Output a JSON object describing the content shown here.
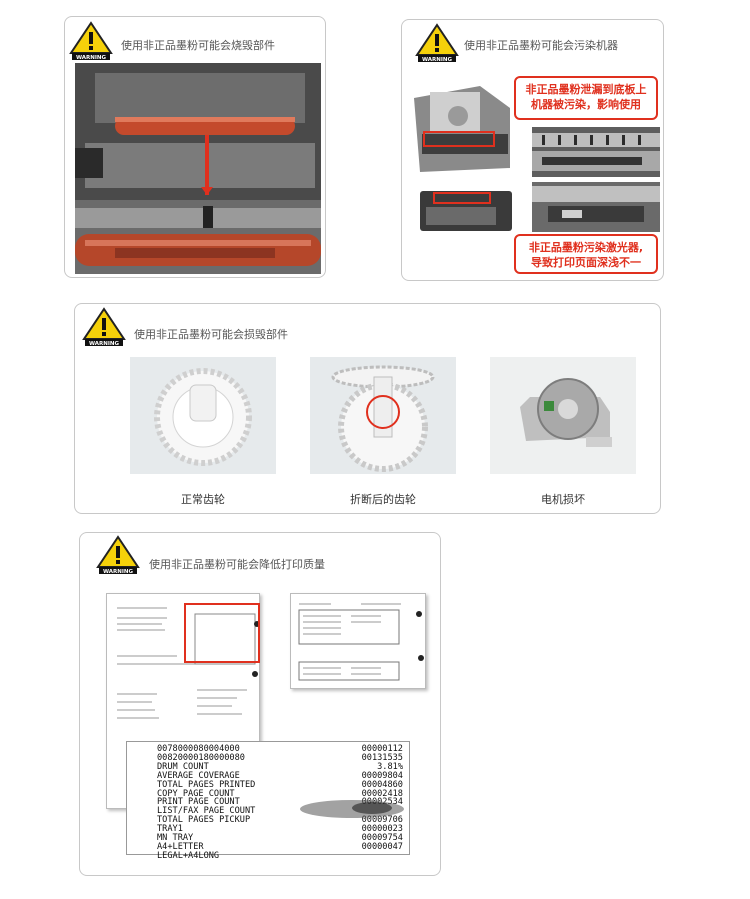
{
  "panels": {
    "burn": {
      "title": "使用非正品墨粉可能会烧毁部件"
    },
    "pollute": {
      "title": "使用非正品墨粉可能会污染机器",
      "callout1": [
        "非正品墨粉泄漏到底板上",
        "机器被污染，影响使用"
      ],
      "callout2": [
        "非正品墨粉污染激光器,",
        "导致打印页面深浅不一"
      ]
    },
    "damage": {
      "title": "使用非正品墨粉可能会损毁部件",
      "captions": [
        "正常齿轮",
        "折断后的齿轮",
        "电机损坏"
      ]
    },
    "quality": {
      "title": "使用非正品墨粉可能会降低打印质量",
      "counter_rows": [
        [
          "0078000080004000",
          "00000112"
        ],
        [
          "00820000180000080",
          "00131535"
        ],
        [
          "DRUM COUNT",
          "3.81%"
        ],
        [
          "AVERAGE COVERAGE",
          "00009804"
        ],
        [
          "TOTAL PAGES PRINTED",
          "00004860"
        ],
        [
          "COPY PAGE COUNT",
          "00002418"
        ],
        [
          "PRINT PAGE COUNT",
          "00002534"
        ],
        [
          "LIST/FAX PAGE COUNT",
          ""
        ],
        [
          "TOTAL PAGES PICKUP",
          "00009706"
        ],
        [
          "TRAY1",
          "00000023"
        ],
        [
          "MN TRAY",
          "00009754"
        ],
        [
          "A4+LETTER",
          "00000047"
        ],
        [
          "LEGAL+A4LONG",
          ""
        ]
      ]
    }
  },
  "warning_label": "WARNING",
  "colors": {
    "accent_red": "#e0301e",
    "warning_yellow": "#f5d10a"
  }
}
